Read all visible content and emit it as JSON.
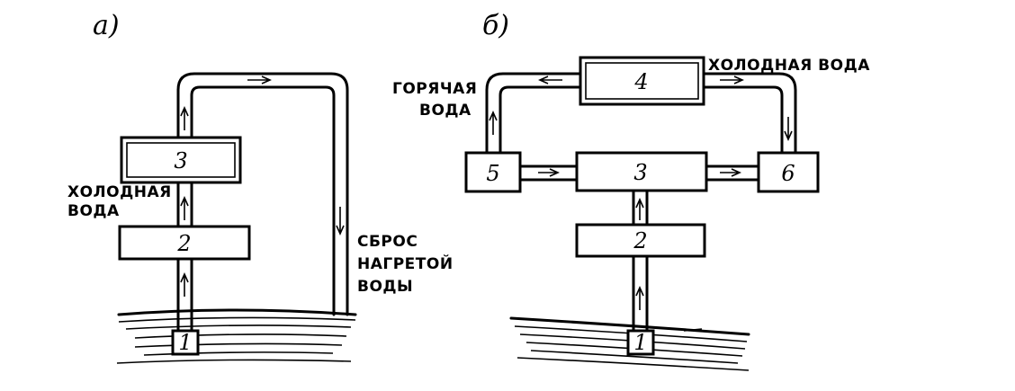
{
  "panels": {
    "a": {
      "label": "а)",
      "boxes": {
        "b1": "1",
        "b2": "2",
        "b3": "3"
      },
      "captions": {
        "cold_water_line1": "ХОЛОДНАЯ",
        "cold_water_line2": "ВОДА",
        "discharge_line1": "СБРОС",
        "discharge_line2": "НАГРЕТОЙ",
        "discharge_line3": "ВОДЫ"
      }
    },
    "b": {
      "label": "б)",
      "boxes": {
        "b1": "1",
        "b2": "2",
        "b3": "3",
        "b4": "4",
        "b5": "5",
        "b6": "6"
      },
      "captions": {
        "hot_water_line1": "ГОРЯЧАЯ",
        "hot_water_line2": "ВОДА",
        "cold_water": "ХОЛОДНАЯ ВОДА"
      }
    }
  },
  "colors": {
    "ink": "#000000",
    "paper": "#ffffff"
  }
}
